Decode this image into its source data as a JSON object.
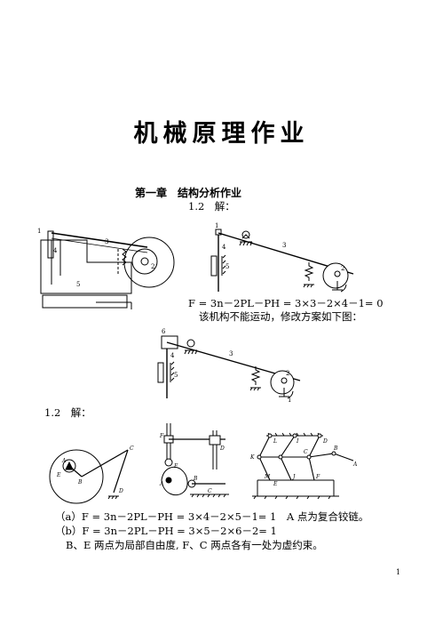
{
  "document": {
    "title": "机械原理作业",
    "chapter_heading": "第一章　结构分析作业",
    "problem_1_label": "1.2　解：",
    "formula_1": "F = 3n－2PL－PH = 3×3－2×4－1= 0",
    "conclusion_1": "该机构不能运动，修改方案如下图：",
    "problem_2_label": "1.2　解：",
    "answer_a": "（a）F = 3n－2PL－PH = 3×4－2×5－1= 1　A 点为复合铰链。",
    "answer_b": "（b）F = 3n－2PL－PH = 3×5－2×6－2= 1",
    "answer_note": "B、E 两点为局部自由度, F、C 两点各有一处为虚约束。",
    "page_number": "1"
  },
  "figures": {
    "fig1_labels": [
      "1",
      "2",
      "3",
      "4",
      "5"
    ],
    "fig2_labels": [
      "1",
      "2",
      "3",
      "4",
      "5"
    ],
    "fig3_labels": [
      "6",
      "1",
      "2",
      "3",
      "4",
      "5"
    ],
    "fig_a_labels": [
      "A",
      "B",
      "C",
      "D",
      "E"
    ],
    "fig_b_labels": [
      "A",
      "B",
      "C",
      "D",
      "E",
      "F"
    ],
    "fig_c_labels": [
      "A",
      "B",
      "C",
      "D",
      "E",
      "F",
      "I",
      "J",
      "K",
      "L",
      "M"
    ]
  }
}
